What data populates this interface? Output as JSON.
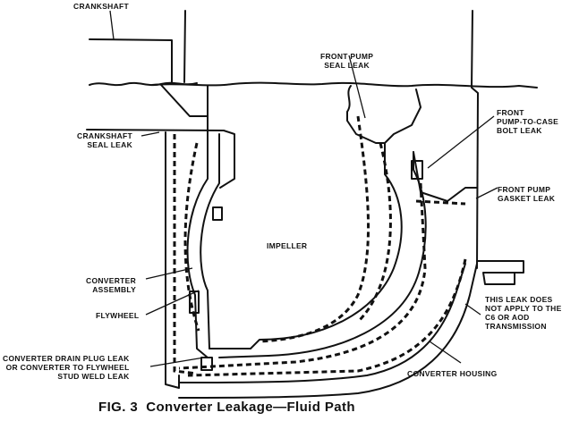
{
  "figure": {
    "caption": "FIG. 3  Converter Leakage—Fluid Path",
    "labels": {
      "crankshaft": "CRANKSHAFT",
      "crankshaft_seal_leak": "CRANKSHAFT\nSEAL LEAK",
      "front_pump_seal_leak": "FRONT PUMP\nSEAL LEAK",
      "front_pump_to_case_bolt_leak": "FRONT\nPUMP-TO-CASE\nBOLT LEAK",
      "front_pump_gasket_leak": "FRONT PUMP\nGASKET LEAK",
      "impeller": "IMPELLER",
      "converter_assembly": "CONVERTER\nASSEMBLY",
      "flywheel": "FLYWHEEL",
      "converter_drain_plug_leak": "CONVERTER DRAIN PLUG LEAK\nOR CONVERTER TO FLYWHEEL\nSTUD WELD LEAK",
      "this_leak_does_not_apply": "THIS LEAK DOES\nNOT APPLY TO THE\nC6 OR AOD\nTRANSMISSION",
      "converter_housing": "CONVERTER HOUSING"
    }
  }
}
